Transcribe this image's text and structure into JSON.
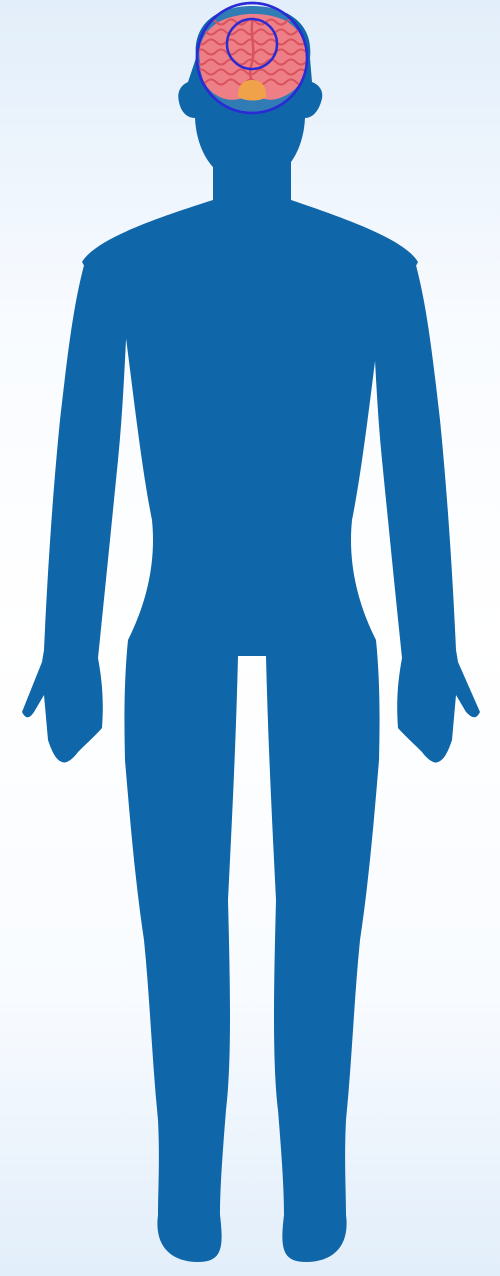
{
  "figure": {
    "body_color": "#0f66a8",
    "band_color": "#2a2ad6",
    "brain_color": "#ee7f86",
    "brain_fold_color": "#d9535f",
    "brainstem_color": "#f0a24a",
    "icons": {
      "body": "human-body-silhouette",
      "brain": "brain",
      "brainstem": "brainstem",
      "rings": "concentric-rings"
    }
  }
}
